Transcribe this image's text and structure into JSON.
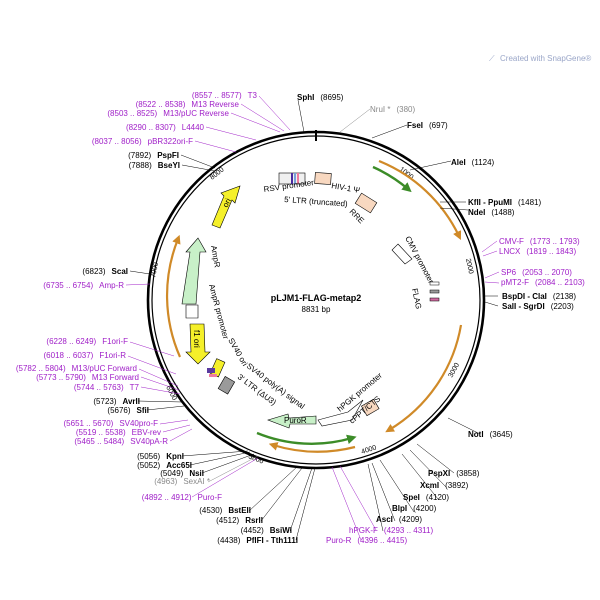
{
  "plasmid": {
    "name": "pLJM1-FLAG-metap2",
    "length_label": "8831 bp",
    "length": 8831
  },
  "credit": {
    "prefix": "Created with ",
    "brand": "SnapGene",
    "suffix": "®"
  },
  "ticks": [
    "1000",
    "2000",
    "3000",
    "4000",
    "5000",
    "6000",
    "7000",
    "8000"
  ],
  "colors": {
    "primer": "#a020c8",
    "orange_feature": "#d08a28",
    "green_feature": "#3c8c28",
    "yellow_feature": "#f5f02a",
    "light_green_feature": "#c8f0c8",
    "peach_feature": "#f8d8c0",
    "credit": "#9aa6c8"
  },
  "enzymes": [
    {
      "name": "SphI",
      "pos": "(8695)"
    },
    {
      "name": "NruI *",
      "pos": "(380)"
    },
    {
      "name": "FseI",
      "pos": "(697)"
    },
    {
      "name": "AleI",
      "pos": "(1124)"
    },
    {
      "name": "KflI - PpuMI",
      "pos": "(1481)"
    },
    {
      "name": "NdeI",
      "pos": "(1488)"
    },
    {
      "name": "BspDI - ClaI",
      "pos": "(2138)"
    },
    {
      "name": "SalI - SgrDI",
      "pos": "(2203)"
    },
    {
      "name": "NotI",
      "pos": "(3645)"
    },
    {
      "name": "PspXI",
      "pos": "(3858)"
    },
    {
      "name": "XcmI",
      "pos": "(3892)"
    },
    {
      "name": "SpeI",
      "pos": "(4120)"
    },
    {
      "name": "BlpI",
      "pos": "(4200)"
    },
    {
      "name": "AscI",
      "pos": "(4209)"
    },
    {
      "name": "PflFI - Tth111I",
      "pos": "(4438)"
    },
    {
      "name": "BsiWI",
      "pos": "(4452)"
    },
    {
      "name": "RsrII",
      "pos": "(4512)"
    },
    {
      "name": "BstEII",
      "pos": "(4530)"
    },
    {
      "name": "SexAI *",
      "pos": "(4963)"
    },
    {
      "name": "NsiI",
      "pos": "(5049)"
    },
    {
      "name": "Acc65I",
      "pos": "(5052)"
    },
    {
      "name": "KpnI",
      "pos": "(5056)"
    },
    {
      "name": "SfiI",
      "pos": "(5676)"
    },
    {
      "name": "AvrII",
      "pos": "(5723)"
    },
    {
      "name": "ScaI",
      "pos": "(6823)"
    },
    {
      "name": "BseYI",
      "pos": "(7888)"
    },
    {
      "name": "PspFI",
      "pos": "(7892)"
    }
  ],
  "primers": [
    {
      "name": "T3",
      "pos": "(8557 .. 8577)"
    },
    {
      "name": "M13 Reverse",
      "pos": "(8522 .. 8538)"
    },
    {
      "name": "M13/pUC Reverse",
      "pos": "(8503 .. 8525)"
    },
    {
      "name": "L4440",
      "pos": "(8290 .. 8307)"
    },
    {
      "name": "pBR322ori-F",
      "pos": "(8037 .. 8056)"
    },
    {
      "name": "CMV-F",
      "pos": "(1773 .. 1793)"
    },
    {
      "name": "LNCX",
      "pos": "(1819 .. 1843)"
    },
    {
      "name": "SP6",
      "pos": "(2053 .. 2070)"
    },
    {
      "name": "pMT2-F",
      "pos": "(2084 .. 2103)"
    },
    {
      "name": "hPGK-F",
      "pos": "(4293 .. 4311)"
    },
    {
      "name": "Puro-R",
      "pos": "(4396 .. 4415)"
    },
    {
      "name": "Puro-F",
      "pos": "(4892 .. 4912)"
    },
    {
      "name": "SV40pA-R",
      "pos": "(5465 .. 5484)"
    },
    {
      "name": "EBV-rev",
      "pos": "(5519 .. 5538)"
    },
    {
      "name": "SV40pro-F",
      "pos": "(5651 .. 5670)"
    },
    {
      "name": "T7",
      "pos": "(5744 .. 5763)"
    },
    {
      "name": "M13 Forward",
      "pos": "(5773 .. 5790)"
    },
    {
      "name": "M13/pUC Forward",
      "pos": "(5782 .. 5804)"
    },
    {
      "name": "F1ori-R",
      "pos": "(6018 .. 6037)"
    },
    {
      "name": "F1ori-F",
      "pos": "(6228 .. 6249)"
    },
    {
      "name": "Amp-R",
      "pos": "(6735 .. 6754)"
    }
  ],
  "features": [
    "RSV promoter",
    "HIV-1 Ψ",
    "5' LTR (truncated)",
    "RRE",
    "CMV promoter",
    "FLAG",
    "hPGK promoter",
    "cPPT/CTS",
    "PuroR",
    "SV40 poly(A) signal",
    "3' LTR (ΔU3)",
    "SV40 ori",
    "f1 ori",
    "AmpR promoter",
    "AmpR",
    "ori"
  ]
}
